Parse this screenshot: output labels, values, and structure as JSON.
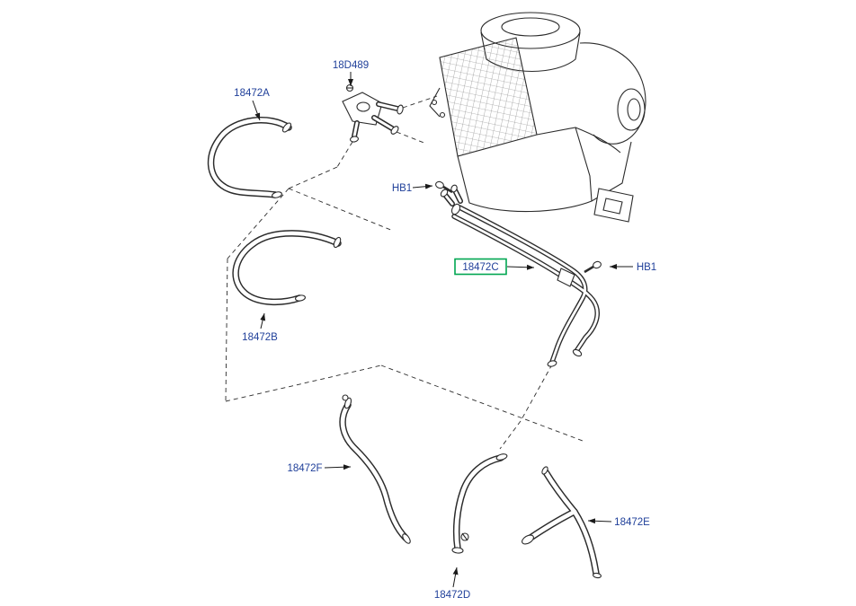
{
  "diagram": {
    "title": "Heater hoses parts diagram",
    "label_color": "#20409A",
    "line_color": "#2B2B2B",
    "highlight_color": "#00A651",
    "background": "#FFFFFF"
  },
  "labels": [
    {
      "id": "18472A",
      "text": "18472A"
    },
    {
      "id": "18D489",
      "text": "18D489"
    },
    {
      "id": "HB1-left",
      "text": "HB1"
    },
    {
      "id": "18472C",
      "text": "18472C",
      "highlighted": true
    },
    {
      "id": "HB1-right",
      "text": "HB1"
    },
    {
      "id": "18472B",
      "text": "18472B"
    },
    {
      "id": "18472F",
      "text": "18472F"
    },
    {
      "id": "18472E",
      "text": "18472E"
    },
    {
      "id": "18472D",
      "text": "18472D"
    }
  ]
}
